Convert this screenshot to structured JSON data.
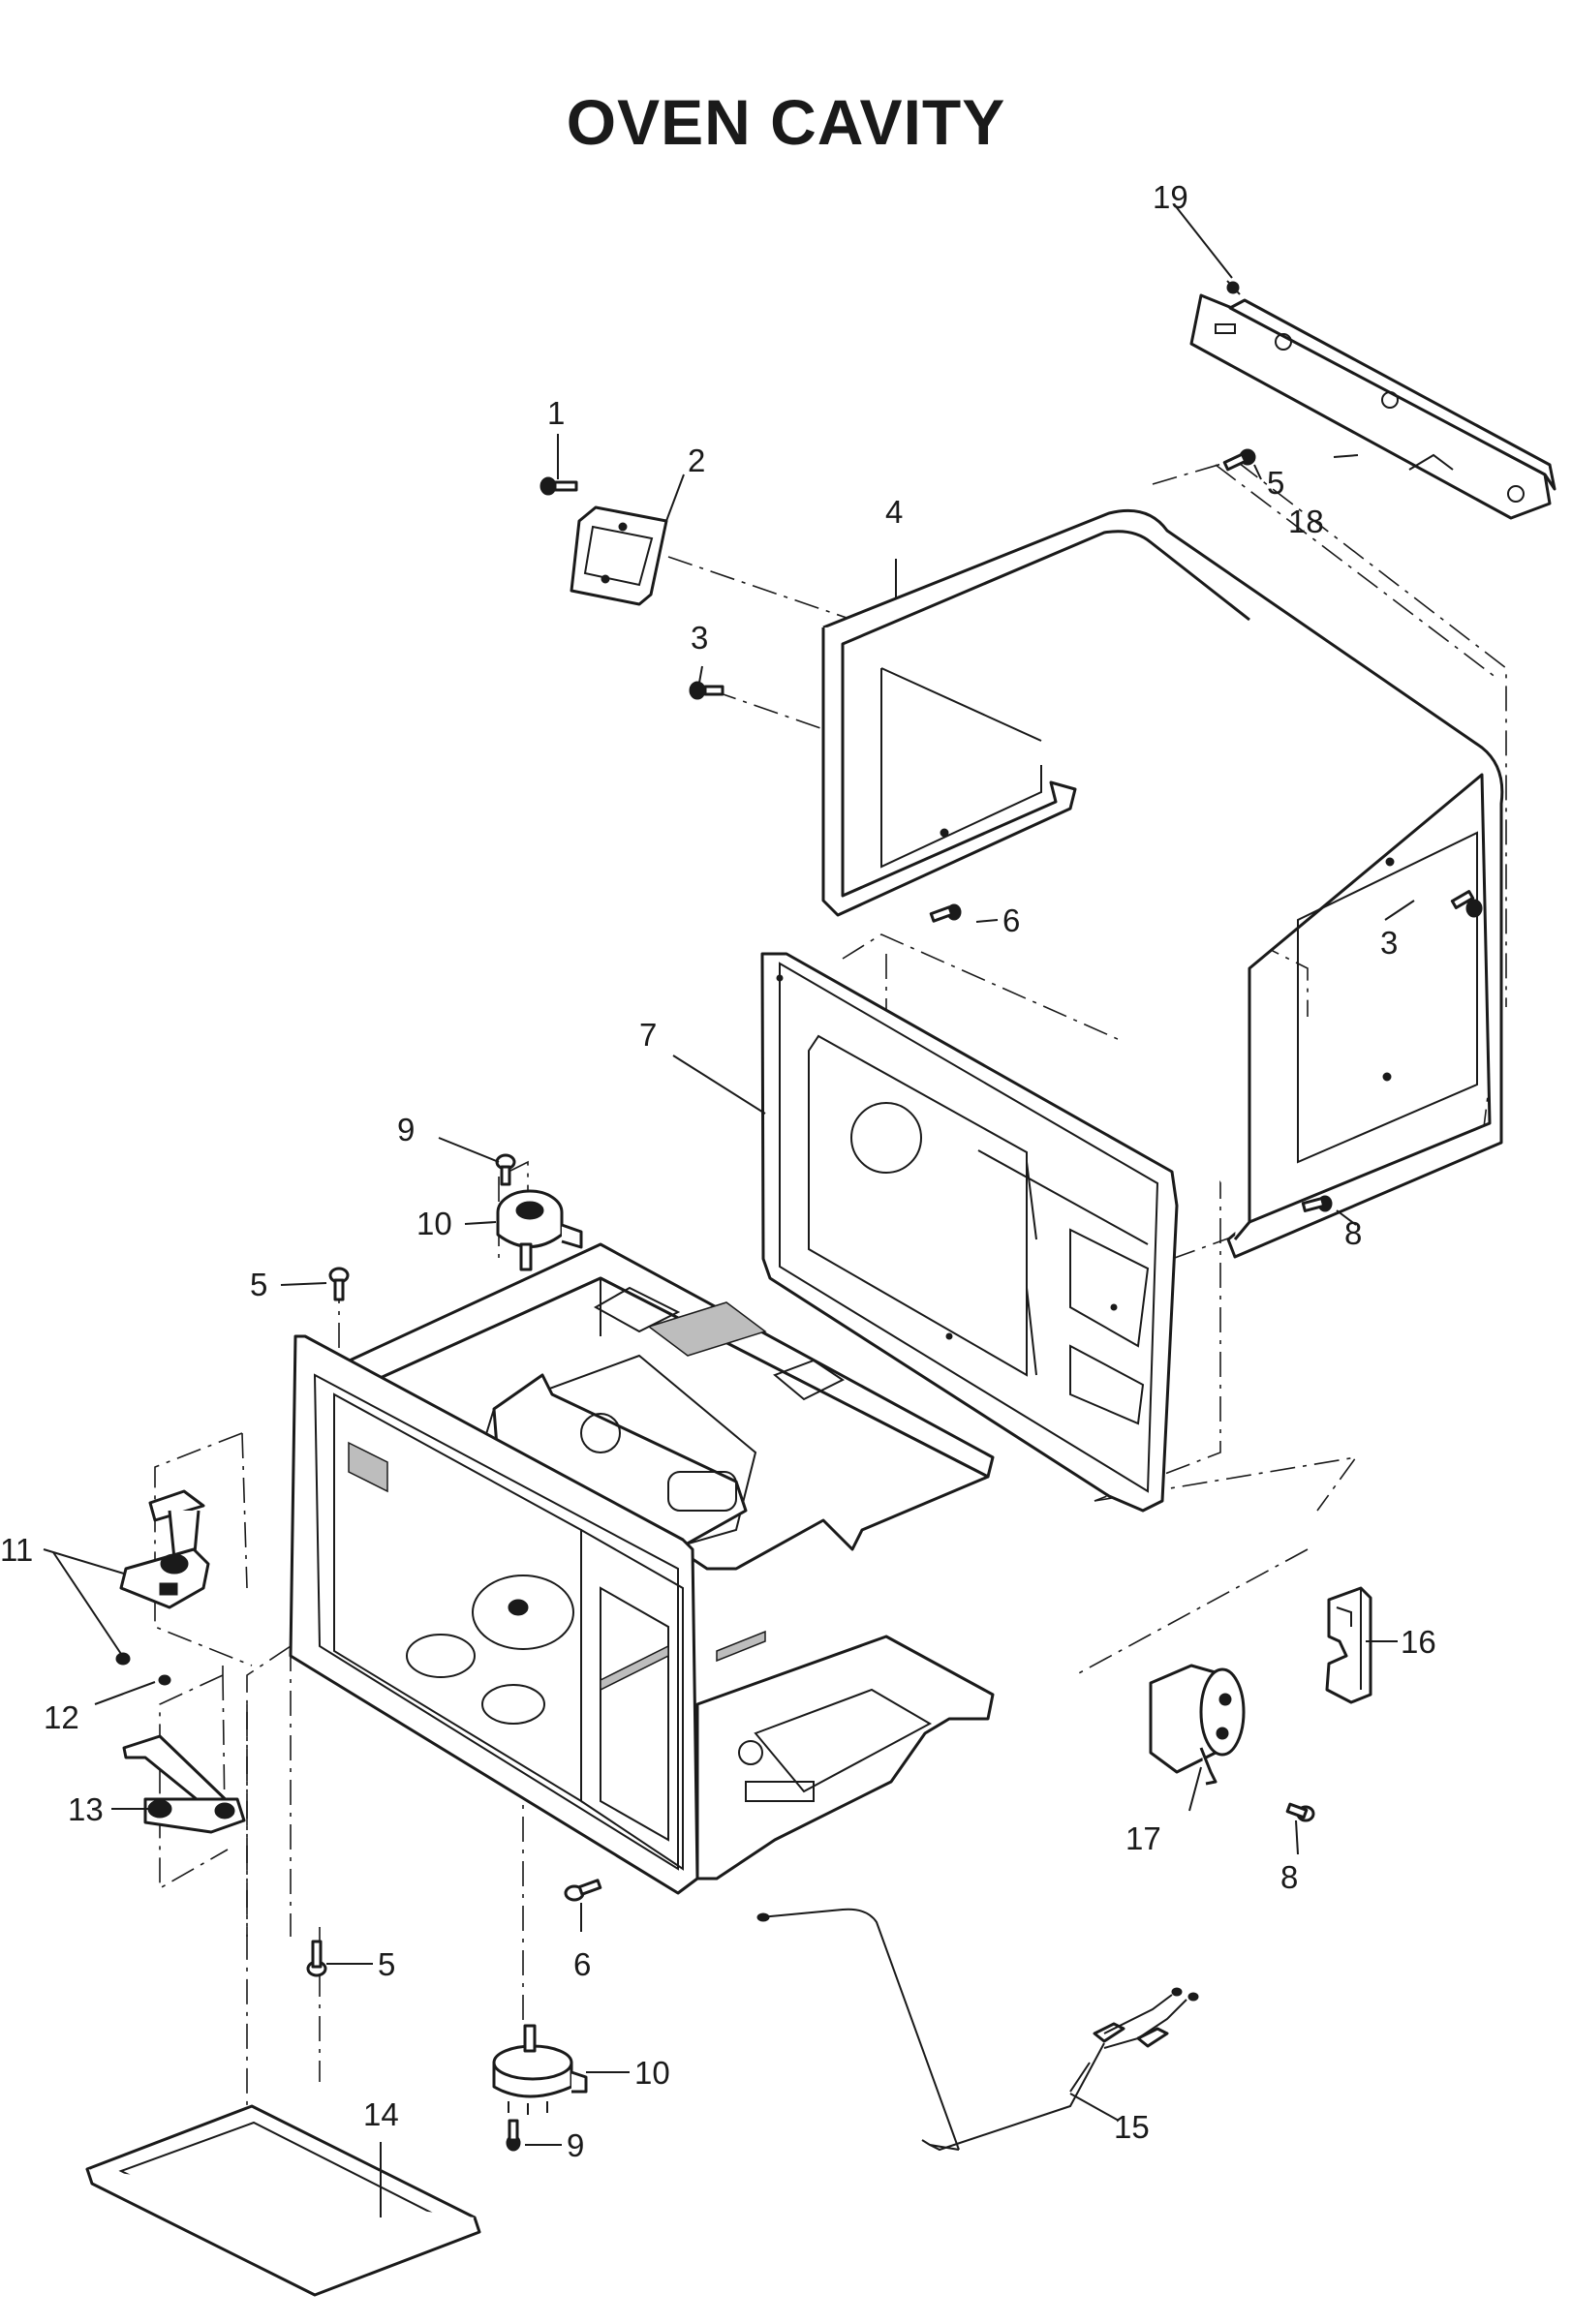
{
  "title": "OVEN CAVITY",
  "callouts": [
    {
      "id": "c1",
      "label": "1"
    },
    {
      "id": "c2",
      "label": "2"
    },
    {
      "id": "c3a",
      "label": "3"
    },
    {
      "id": "c3b",
      "label": "3"
    },
    {
      "id": "c4",
      "label": "4"
    },
    {
      "id": "c5a",
      "label": "5"
    },
    {
      "id": "c5b",
      "label": "5"
    },
    {
      "id": "c5c",
      "label": "5"
    },
    {
      "id": "c6a",
      "label": "6"
    },
    {
      "id": "c6b",
      "label": "6"
    },
    {
      "id": "c7",
      "label": "7"
    },
    {
      "id": "c8a",
      "label": "8"
    },
    {
      "id": "c8b",
      "label": "8"
    },
    {
      "id": "c9a",
      "label": "9"
    },
    {
      "id": "c9b",
      "label": "9"
    },
    {
      "id": "c10a",
      "label": "10"
    },
    {
      "id": "c10b",
      "label": "10"
    },
    {
      "id": "c11",
      "label": "11"
    },
    {
      "id": "c12",
      "label": "12"
    },
    {
      "id": "c13",
      "label": "13"
    },
    {
      "id": "c14",
      "label": "14"
    },
    {
      "id": "c15",
      "label": "15"
    },
    {
      "id": "c16",
      "label": "16"
    },
    {
      "id": "c17",
      "label": "17"
    },
    {
      "id": "c18",
      "label": "18"
    },
    {
      "id": "c19",
      "label": "19"
    }
  ]
}
